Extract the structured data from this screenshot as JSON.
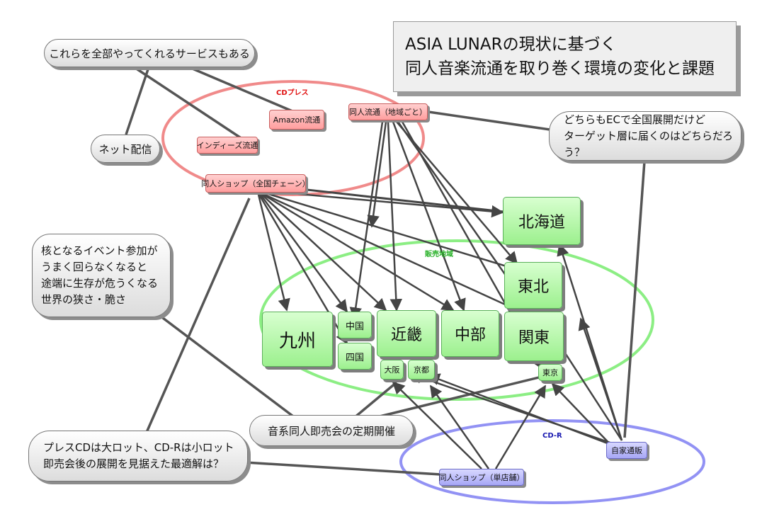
{
  "title": {
    "line1": "ASIA LUNARの現状に基づく",
    "line2": "同人音楽流通を取り巻く環境の変化と課題"
  },
  "groups": {
    "cd_press": "CDプレス",
    "sales_region": "販売地域",
    "cd_r": "CD-R"
  },
  "channels": {
    "amazon": "Amazon流通",
    "indies": "インディーズ流通",
    "doujin_regional": "同人流通（地域ごと）",
    "doujin_chain": "同人ショップ（全国チェーン）",
    "doujin_single": "同人ショップ（単店舗）",
    "self_mailorder": "自家通販"
  },
  "regions": {
    "hokkaido": "北海道",
    "tohoku": "東北",
    "kyushu": "九州",
    "chugoku": "中国",
    "shikoku": "四国",
    "kinki": "近畿",
    "chubu": "中部",
    "kanto": "関東",
    "osaka": "大阪",
    "kyoto": "京都",
    "tokyo": "東京"
  },
  "bubbles": {
    "all_service": "これらを全部やってくれるサービスもある",
    "net_delivery": "ネット配信",
    "ec_line1": "どちらもECで全国展開だけど",
    "ec_line2": "ターゲット層に届くのはどちらだろう？",
    "event_line1": "核となるイベント参加が",
    "event_line2": "うまく回らなくなると",
    "event_line3": "途端に生存が危うくなる",
    "event_line4": "世界の狭さ・脆さ",
    "sokubaikai": "音系同人即売会の定期開催",
    "press_line1": "プレスCDは大ロット、CD-Rは小ロット",
    "press_line2": "即売会後の展開を見据えた最適解は？"
  },
  "colors": {
    "cd_press": "#f08a8a",
    "sales_region": "#8cee84",
    "cd_r": "#9292f4",
    "cd_press_label": "#e01010",
    "sales_label": "#25b025",
    "cd_r_label": "#1818b0"
  }
}
